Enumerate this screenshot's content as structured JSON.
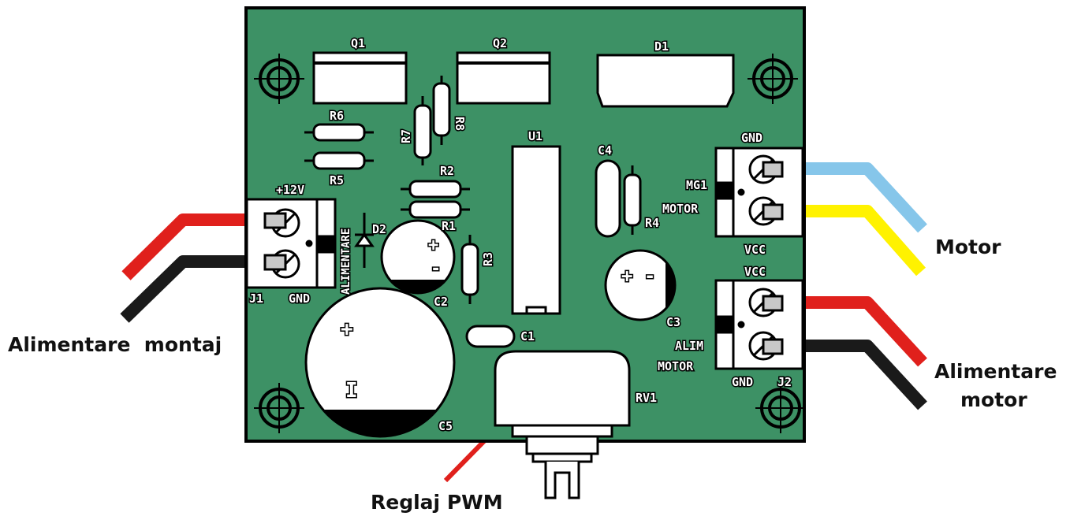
{
  "colors": {
    "pcb": "#3d9165",
    "outline": "#000000",
    "silk": "#ffffff",
    "wire_red": "#e0201c",
    "wire_black": "#1a1a1a",
    "wire_blue": "#86c6ea",
    "wire_yellow": "#fff200"
  },
  "silkscreen": {
    "q1": "Q1",
    "q2": "Q2",
    "d1": "D1",
    "r6": "R6",
    "r5": "R5",
    "r7": "R7",
    "r8": "R8",
    "u1": "U1",
    "c4": "C4",
    "r2": "R2",
    "r1": "R1",
    "r4": "R4",
    "d2": "D2",
    "r3": "R3",
    "c2": "C2",
    "c3": "C3",
    "c1": "C1",
    "c5": "C5",
    "rv1": "RV1",
    "j1": "J1",
    "j2": "J2",
    "plus12v": "+12V",
    "gnd_j1": "GND",
    "alimentare": "ALIMENTARE",
    "gnd_top": "GND",
    "mg1": "MG1",
    "motor_label": "MOTOR",
    "vcc_mg1": "VCC",
    "vcc_j2": "VCC",
    "alim": "ALIM",
    "motor_j2": "MOTOR",
    "gnd_j2": "GND",
    "c2_plus": "+",
    "c2_minus": "-",
    "c3_pm": "+ -",
    "c5_plus": "+",
    "c5_minus": "I"
  },
  "callouts": {
    "alimentare_montaj": "Alimentare  montaj",
    "motor": "Motor",
    "alimentare_motor_line1": "Alimentare",
    "alimentare_motor_line2": "motor",
    "reglaj_pwm": "Reglaj PWM"
  },
  "icons": {
    "mounting_hole": "mounting-hole-icon",
    "terminal_screw": "terminal-screw-icon"
  }
}
